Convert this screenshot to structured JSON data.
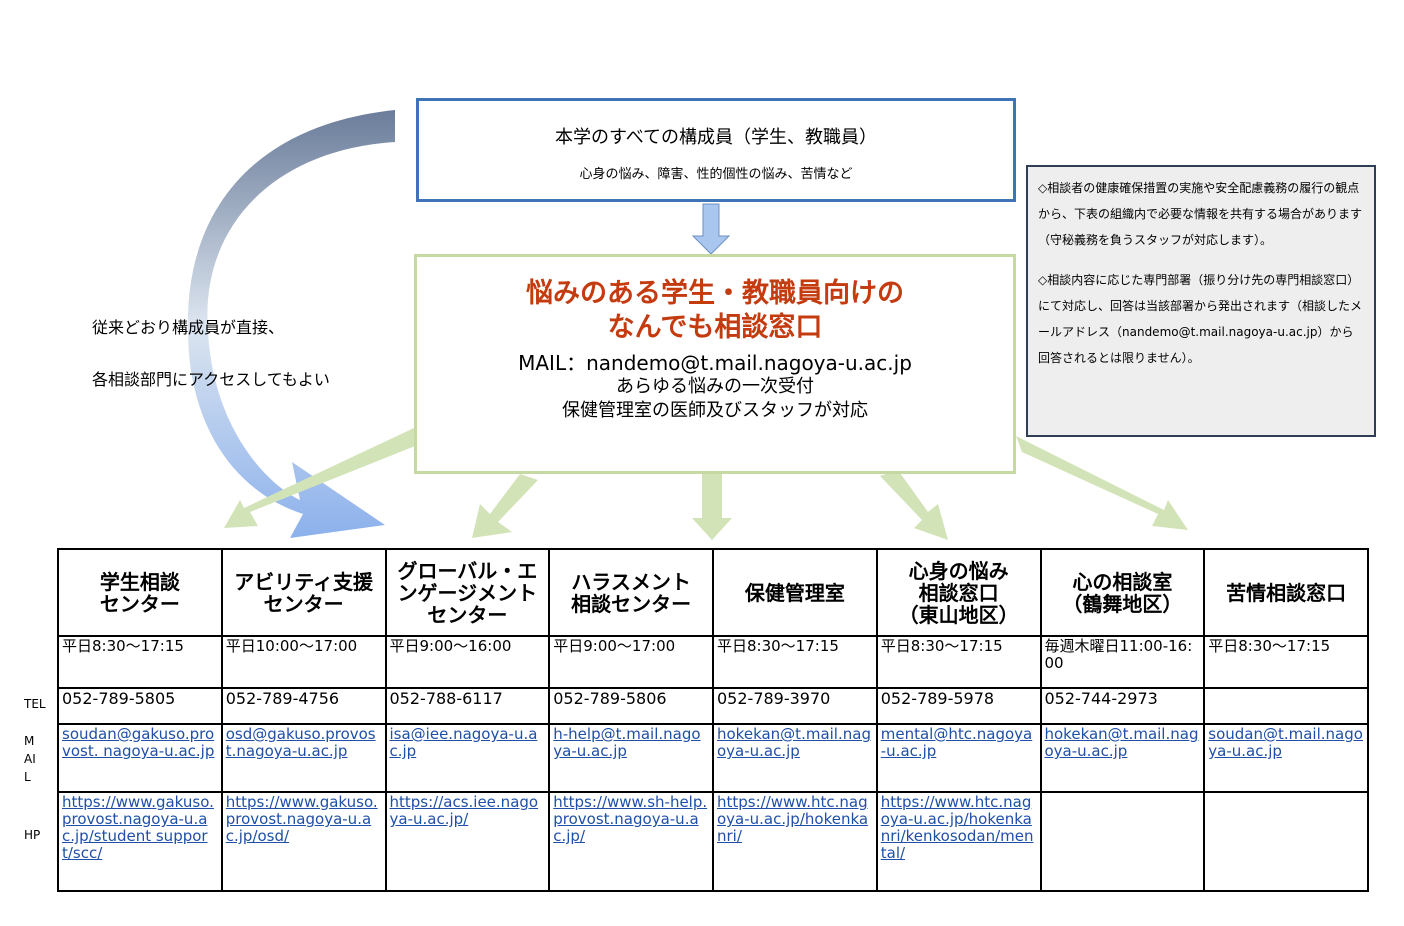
{
  "top_box": {
    "title": "本学のすべての構成員（学生、教職員）",
    "subtitle": "心身の悩み、障害、性的個性の悩み、苦情など"
  },
  "center_box": {
    "title_line1": "悩みのある学生・教職員向けの",
    "title_line2": "なんでも相談窓口",
    "mail": "MAIL：nandemo@t.mail.nagoya-u.ac.jp",
    "line1": "あらゆる悩みの一次受付",
    "line2": "保健管理室の医師及びスタッフが対応",
    "title_color": "#c43b0f"
  },
  "left_text": {
    "line1": "従来どおり構成員が直接、",
    "line2": "各相談部門にアクセスしてもよい"
  },
  "note": {
    "p1": "◇相談者の健康確保措置の実施や安全配慮義務の履行の観点から、下表の組織内で必要な情報を共有する場合があります（守秘義務を負うスタッフが対応します）。",
    "p2": "◇相談内容に応じた専門部署（振り分け先の専門相談窓口）にて対応し、回答は当該部署から発出されます（相談したメールアドレス（nandemo@t.mail.nagoya-u.ac.jp）から回答されるとは限りません）。"
  },
  "row_labels": {
    "tel": "TEL",
    "mail": "MAIL",
    "hp": "HP"
  },
  "table": {
    "columns": [
      {
        "name": "学生相談\nセンター",
        "hours": "平日8:30～17:15",
        "tel": "052-789-5805",
        "mail": "soudan@gakuso.provost. nagoya-u.ac.jp",
        "hp": "https://www.gakuso.provost.nagoya-u.ac.jp/student support/scc/"
      },
      {
        "name": "アビリティ支援\nセンター",
        "hours": "平日10:00～17:00",
        "tel": "052-789-4756",
        "mail": "osd@gakuso.provost.nagoya-u.ac.jp",
        "hp": "https://www.gakuso.provost.nagoya-u.ac.jp/osd/"
      },
      {
        "name": "グローバル・エ\nンゲージメント\nセンター",
        "hours": "平日9:00～16:00",
        "tel": "052-788-6117",
        "mail": "isa@iee.nagoya-u.ac.jp",
        "hp": "https://acs.iee.nagoya-u.ac.jp/"
      },
      {
        "name": "ハラスメント\n相談センター",
        "hours": "平日9:00～17:00",
        "tel": "052-789-5806",
        "mail": "h-help@t.mail.nagoya-u.ac.jp",
        "hp": "https://www.sh-help.provost.nagoya-u.ac.jp/"
      },
      {
        "name": "保健管理室",
        "hours": "平日8:30～17:15",
        "tel": "052-789-3970",
        "mail": "hokekan@t.mail.nagoya-u.ac.jp",
        "hp": "https://www.htc.nagoya-u.ac.jp/hokenkanri/"
      },
      {
        "name": "心身の悩み\n相談窓口\n（東山地区）",
        "hours": "平日8:30～17:15",
        "tel": "052-789-5978",
        "mail": "mental@htc.nagoya-u.ac.jp",
        "hp": "https://www.htc.nagoya-u.ac.jp/hokenkanri/kenkosodan/mental/"
      },
      {
        "name": "心の相談室\n（鶴舞地区）",
        "hours": "毎週木曜日11:00-16:00",
        "tel": "052-744-2973",
        "mail": "hokekan@t.mail.nagoya-u.ac.jp",
        "hp": ""
      },
      {
        "name": "苦情相談窓口",
        "hours": "平日8:30～17:15",
        "tel": "",
        "mail": "soudan@t.mail.nagoya-u.ac.jp",
        "hp": ""
      }
    ]
  },
  "colors": {
    "top_border": "#3f73b8",
    "center_border": "#c6d9a2",
    "green_arrow": "#d3e3b8",
    "blue_arrow": "#a9c6ee",
    "link": "#1f4fa7"
  }
}
